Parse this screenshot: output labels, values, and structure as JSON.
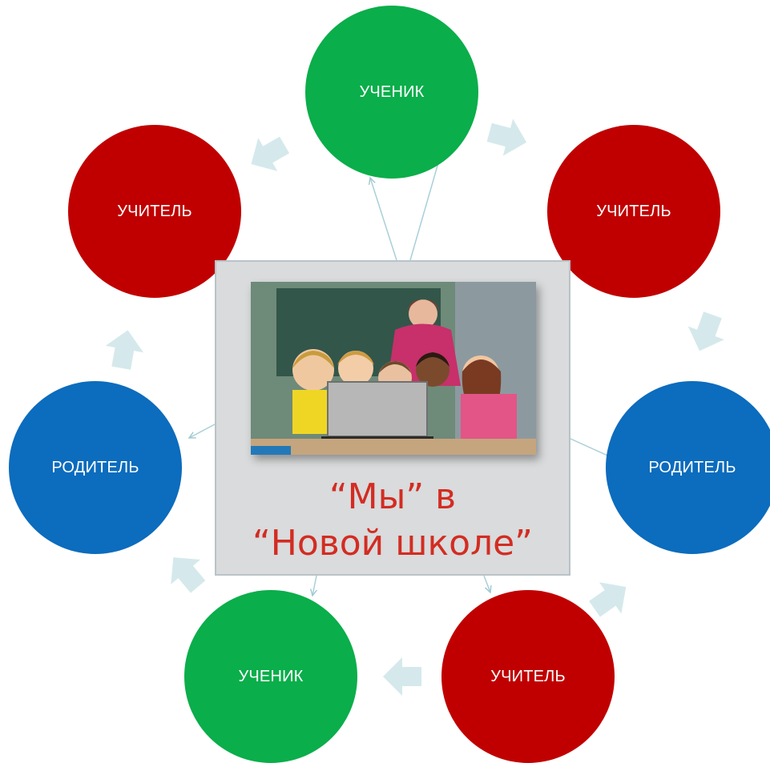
{
  "diagram": {
    "nodes": [
      {
        "id": "n-top",
        "label": "УЧЕНИК",
        "role": "student",
        "color": "#0aae4a"
      },
      {
        "id": "n-upper-left",
        "label": "УЧИТЕЛЬ",
        "role": "teacher",
        "color": "#c00000"
      },
      {
        "id": "n-upper-right",
        "label": "УЧИТЕЛЬ",
        "role": "teacher",
        "color": "#c00000"
      },
      {
        "id": "n-left",
        "label": "РОДИТЕЛЬ",
        "role": "parent",
        "color": "#0c6cbd"
      },
      {
        "id": "n-right",
        "label": "РОДИТЕЛЬ",
        "role": "parent",
        "color": "#0c6cbd"
      },
      {
        "id": "n-bottom-left",
        "label": "УЧЕНИК",
        "role": "student",
        "color": "#0aae4a"
      },
      {
        "id": "n-bottom-right",
        "label": "УЧИТЕЛЬ",
        "role": "teacher",
        "color": "#c00000"
      }
    ],
    "center": {
      "line1": "“Мы” в",
      "line2": "“Новой школе”",
      "text_color": "#d32c22",
      "photo": "classroom-photo"
    },
    "connector_color": "#a8d0d8",
    "cycle_arrow_color": "#d5e9ec"
  }
}
